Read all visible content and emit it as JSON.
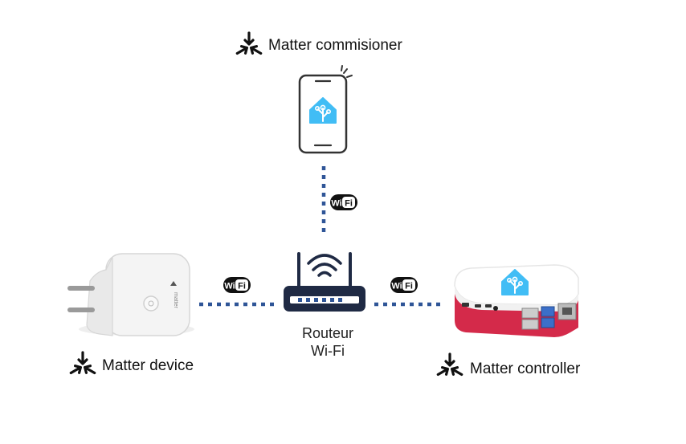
{
  "nodes": {
    "commissioner": {
      "label": "Matter commisioner"
    },
    "router": {
      "line1": "Routeur",
      "line2": "Wi-Fi"
    },
    "device": {
      "label": "Matter device"
    },
    "controller": {
      "label": "Matter controller"
    }
  },
  "links": {
    "wifi_badge_text": "WiFi"
  },
  "colors": {
    "link": "#2f5597",
    "ha_blue": "#41bdf5",
    "router_body": "#1f2a44",
    "pi_red": "#d42a4a"
  },
  "icons": [
    "matter-logo-icon",
    "phone-icon",
    "home-assistant-icon",
    "wifi-icon",
    "router-icon",
    "smart-plug-icon",
    "raspberry-pi-case-icon"
  ]
}
